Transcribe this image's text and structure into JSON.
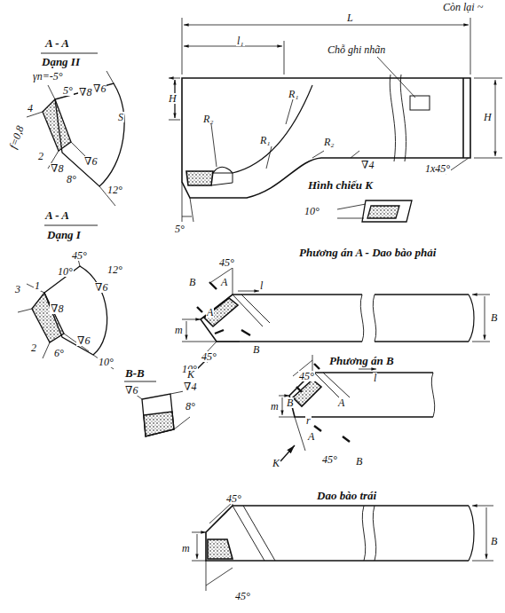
{
  "diagram": {
    "labels": [
      "Còn lại ~",
      "A - A",
      "Dạng II",
      "γn=-5°",
      "5°",
      "∇8",
      "∇6",
      "S",
      "4",
      "f=0,8",
      "2",
      "∇8",
      "8°",
      "∇6",
      "12°",
      "A - A",
      "Dạng I",
      "45°",
      "10°",
      "12°",
      "∇6",
      "3",
      "1",
      "∇8",
      "2",
      "6°",
      "∇6",
      "10°",
      "B-B",
      "10°",
      "∇6",
      "∇4",
      "8°",
      "L",
      "l₁",
      "Chỗ ghi nhãn",
      "H",
      "R₂",
      "R₁",
      "R₁",
      "R₂",
      "∇4",
      "H",
      "1x45°",
      "5°",
      "Hình chiếu K",
      "10°",
      "Phương án A - Dao bào phải",
      "45°",
      "B",
      "A",
      "l",
      "m",
      "A",
      "45°",
      "B",
      "K",
      "B",
      "Phương án B",
      "45°",
      "B",
      "A",
      "l",
      "m",
      "r",
      "A",
      "K",
      "45°",
      "B",
      "Dao bào trái",
      "45°",
      "m",
      "45°",
      "B"
    ]
  }
}
